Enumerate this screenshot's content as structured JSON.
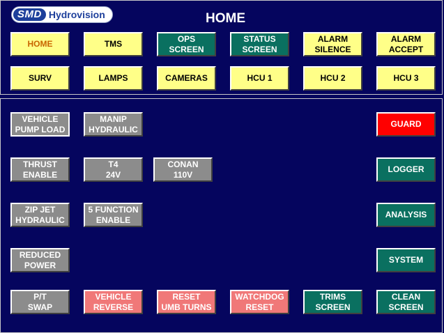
{
  "header": {
    "logo_badge": "SMD",
    "logo_text": "Hydrovision",
    "title": "HOME"
  },
  "nav": {
    "home": "HOME",
    "tms": "TMS",
    "ops_screen": "OPS\nSCREEN",
    "status_screen": "STATUS\nSCREEN",
    "alarm_silence": "ALARM\nSILENCE",
    "alarm_accept": "ALARM\nACCEPT",
    "surv": "SURV",
    "lamps": "LAMPS",
    "cameras": "CAMERAS",
    "hcu1": "HCU 1",
    "hcu2": "HCU 2",
    "hcu3": "HCU 3"
  },
  "controls": {
    "vehicle_pump_load": "VEHICLE\nPUMP LOAD",
    "manip_hydraulic": "MANIP\nHYDRAULIC",
    "thrust_enable": "THRUST\nENABLE",
    "t4_24v": "T4\n24V",
    "conan_110v": "CONAN\n110V",
    "zip_jet_hydraulic": "ZIP JET\nHYDRAULIC",
    "five_function_enable": "5 FUNCTION\nENABLE",
    "reduced_power": "REDUCED\nPOWER",
    "pt_swap": "P/T\nSWAP",
    "vehicle_reverse": "VEHICLE\nREVERSE",
    "reset_umb_turns": "RESET\nUMB TURNS",
    "watchdog_reset": "WATCHDOG\nRESET",
    "trims_screen": "TRIMS\nSCREEN",
    "clean_screen": "CLEAN\nSCREEN"
  },
  "side": {
    "guard": "GUARD",
    "logger": "LOGGER",
    "analysis": "ANALYSIS",
    "system": "SYSTEM"
  },
  "colors": {
    "background": "#05055e",
    "nav_yellow": "#ffff88",
    "active_text": "#c86400",
    "teal": "#0a7060",
    "grey": "#8c8c8c",
    "pink": "#f07878",
    "guard_red": "#ff0000"
  }
}
